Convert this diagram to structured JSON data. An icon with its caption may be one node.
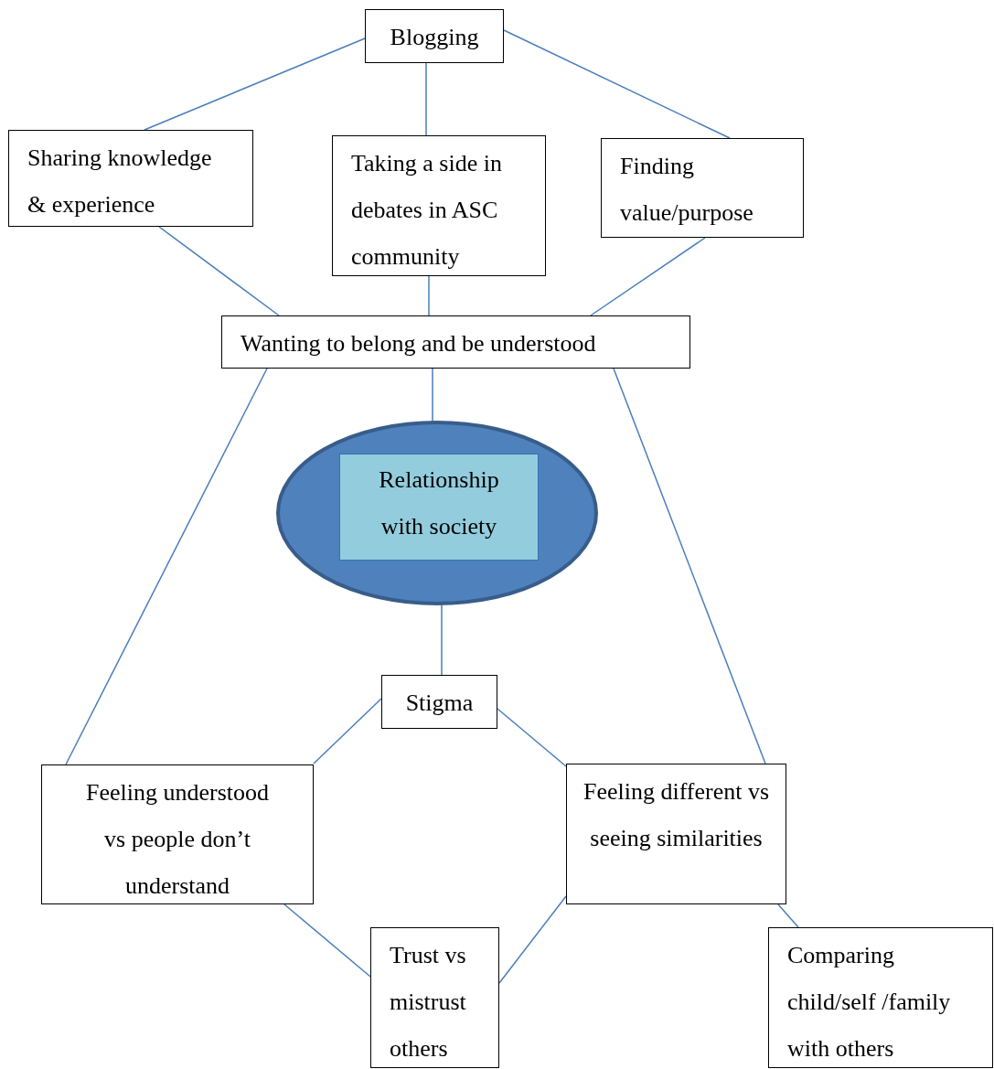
{
  "diagram": {
    "nodes": [
      {
        "text": [
          "Blogging"
        ]
      },
      {
        "text": [
          "Sharing knowledge & experience"
        ]
      },
      {
        "text": [
          "Taking a side in debates in ASC community"
        ]
      },
      {
        "text": [
          "Finding value/purpose"
        ]
      },
      {
        "text": [
          "Wanting to belong and be understood"
        ]
      },
      {
        "text": [],
        "shape": "ellipse"
      },
      {
        "text": [
          "Relationship with society"
        ],
        "in": 5
      },
      {
        "text": [
          "Stigma"
        ]
      },
      {
        "text": [
          "Feeling understood vs people don’t understand"
        ]
      },
      {
        "text": [
          "Feeling different vs seeing similarities"
        ]
      },
      {
        "text": [
          "Trust vs mistrust others"
        ]
      },
      {
        "text": [
          "Comparing child/self /family with others"
        ]
      }
    ],
    "edges": [
      {
        "from": 0,
        "to": 1,
        "arrow": "none"
      },
      {
        "from": 0,
        "to": 2,
        "arrow": "none"
      },
      {
        "from": 0,
        "to": 3,
        "arrow": "none"
      },
      {
        "from": 1,
        "to": 4,
        "arrow": "none"
      },
      {
        "from": 2,
        "to": 4,
        "arrow": "none"
      },
      {
        "from": 3,
        "to": 4,
        "arrow": "none"
      },
      {
        "from": 4,
        "to": 5,
        "arrow": "none"
      },
      {
        "from": 4,
        "to": 8,
        "arrow": "none"
      },
      {
        "from": 4,
        "to": 9,
        "arrow": "none"
      },
      {
        "from": 5,
        "to": 7,
        "arrow": "none"
      },
      {
        "from": 7,
        "to": 8,
        "arrow": "none"
      },
      {
        "from": 7,
        "to": 9,
        "arrow": "none"
      },
      {
        "from": 8,
        "to": 10,
        "arrow": "none"
      },
      {
        "from": 9,
        "to": 10,
        "arrow": "none"
      },
      {
        "from": 9,
        "to": 11,
        "arrow": "none"
      }
    ]
  }
}
